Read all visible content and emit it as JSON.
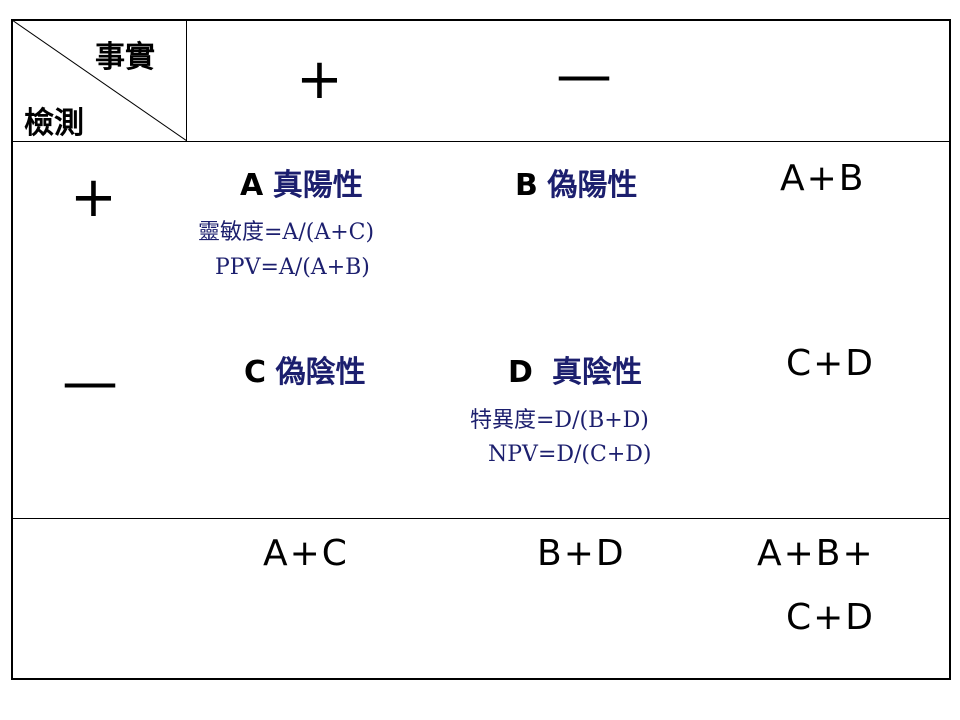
{
  "header": {
    "truth_label": "事實",
    "test_label": "檢測",
    "col_positive": "+",
    "col_negative": "—"
  },
  "rows": [
    {
      "label": "+",
      "cells": [
        {
          "letter": "A",
          "name": "真陽性",
          "formulas": [
            "靈敏度=A/(A+C)",
            "PPV=A/(A+B)"
          ]
        },
        {
          "letter": "B",
          "name": "偽陽性",
          "formulas": []
        }
      ],
      "total": "A+B"
    },
    {
      "label": "—",
      "cells": [
        {
          "letter": "C",
          "name": "偽陰性",
          "formulas": []
        },
        {
          "letter": "D",
          "name": "真陰性",
          "formulas": [
            "特異度=D/(B+D)",
            "NPV=D/(C+D)"
          ]
        }
      ],
      "total": "C+D"
    }
  ],
  "totals": {
    "col_positive": "A+C",
    "col_negative": "B+D",
    "grand_line1": "A+B+",
    "grand_line2": "C+D"
  }
}
